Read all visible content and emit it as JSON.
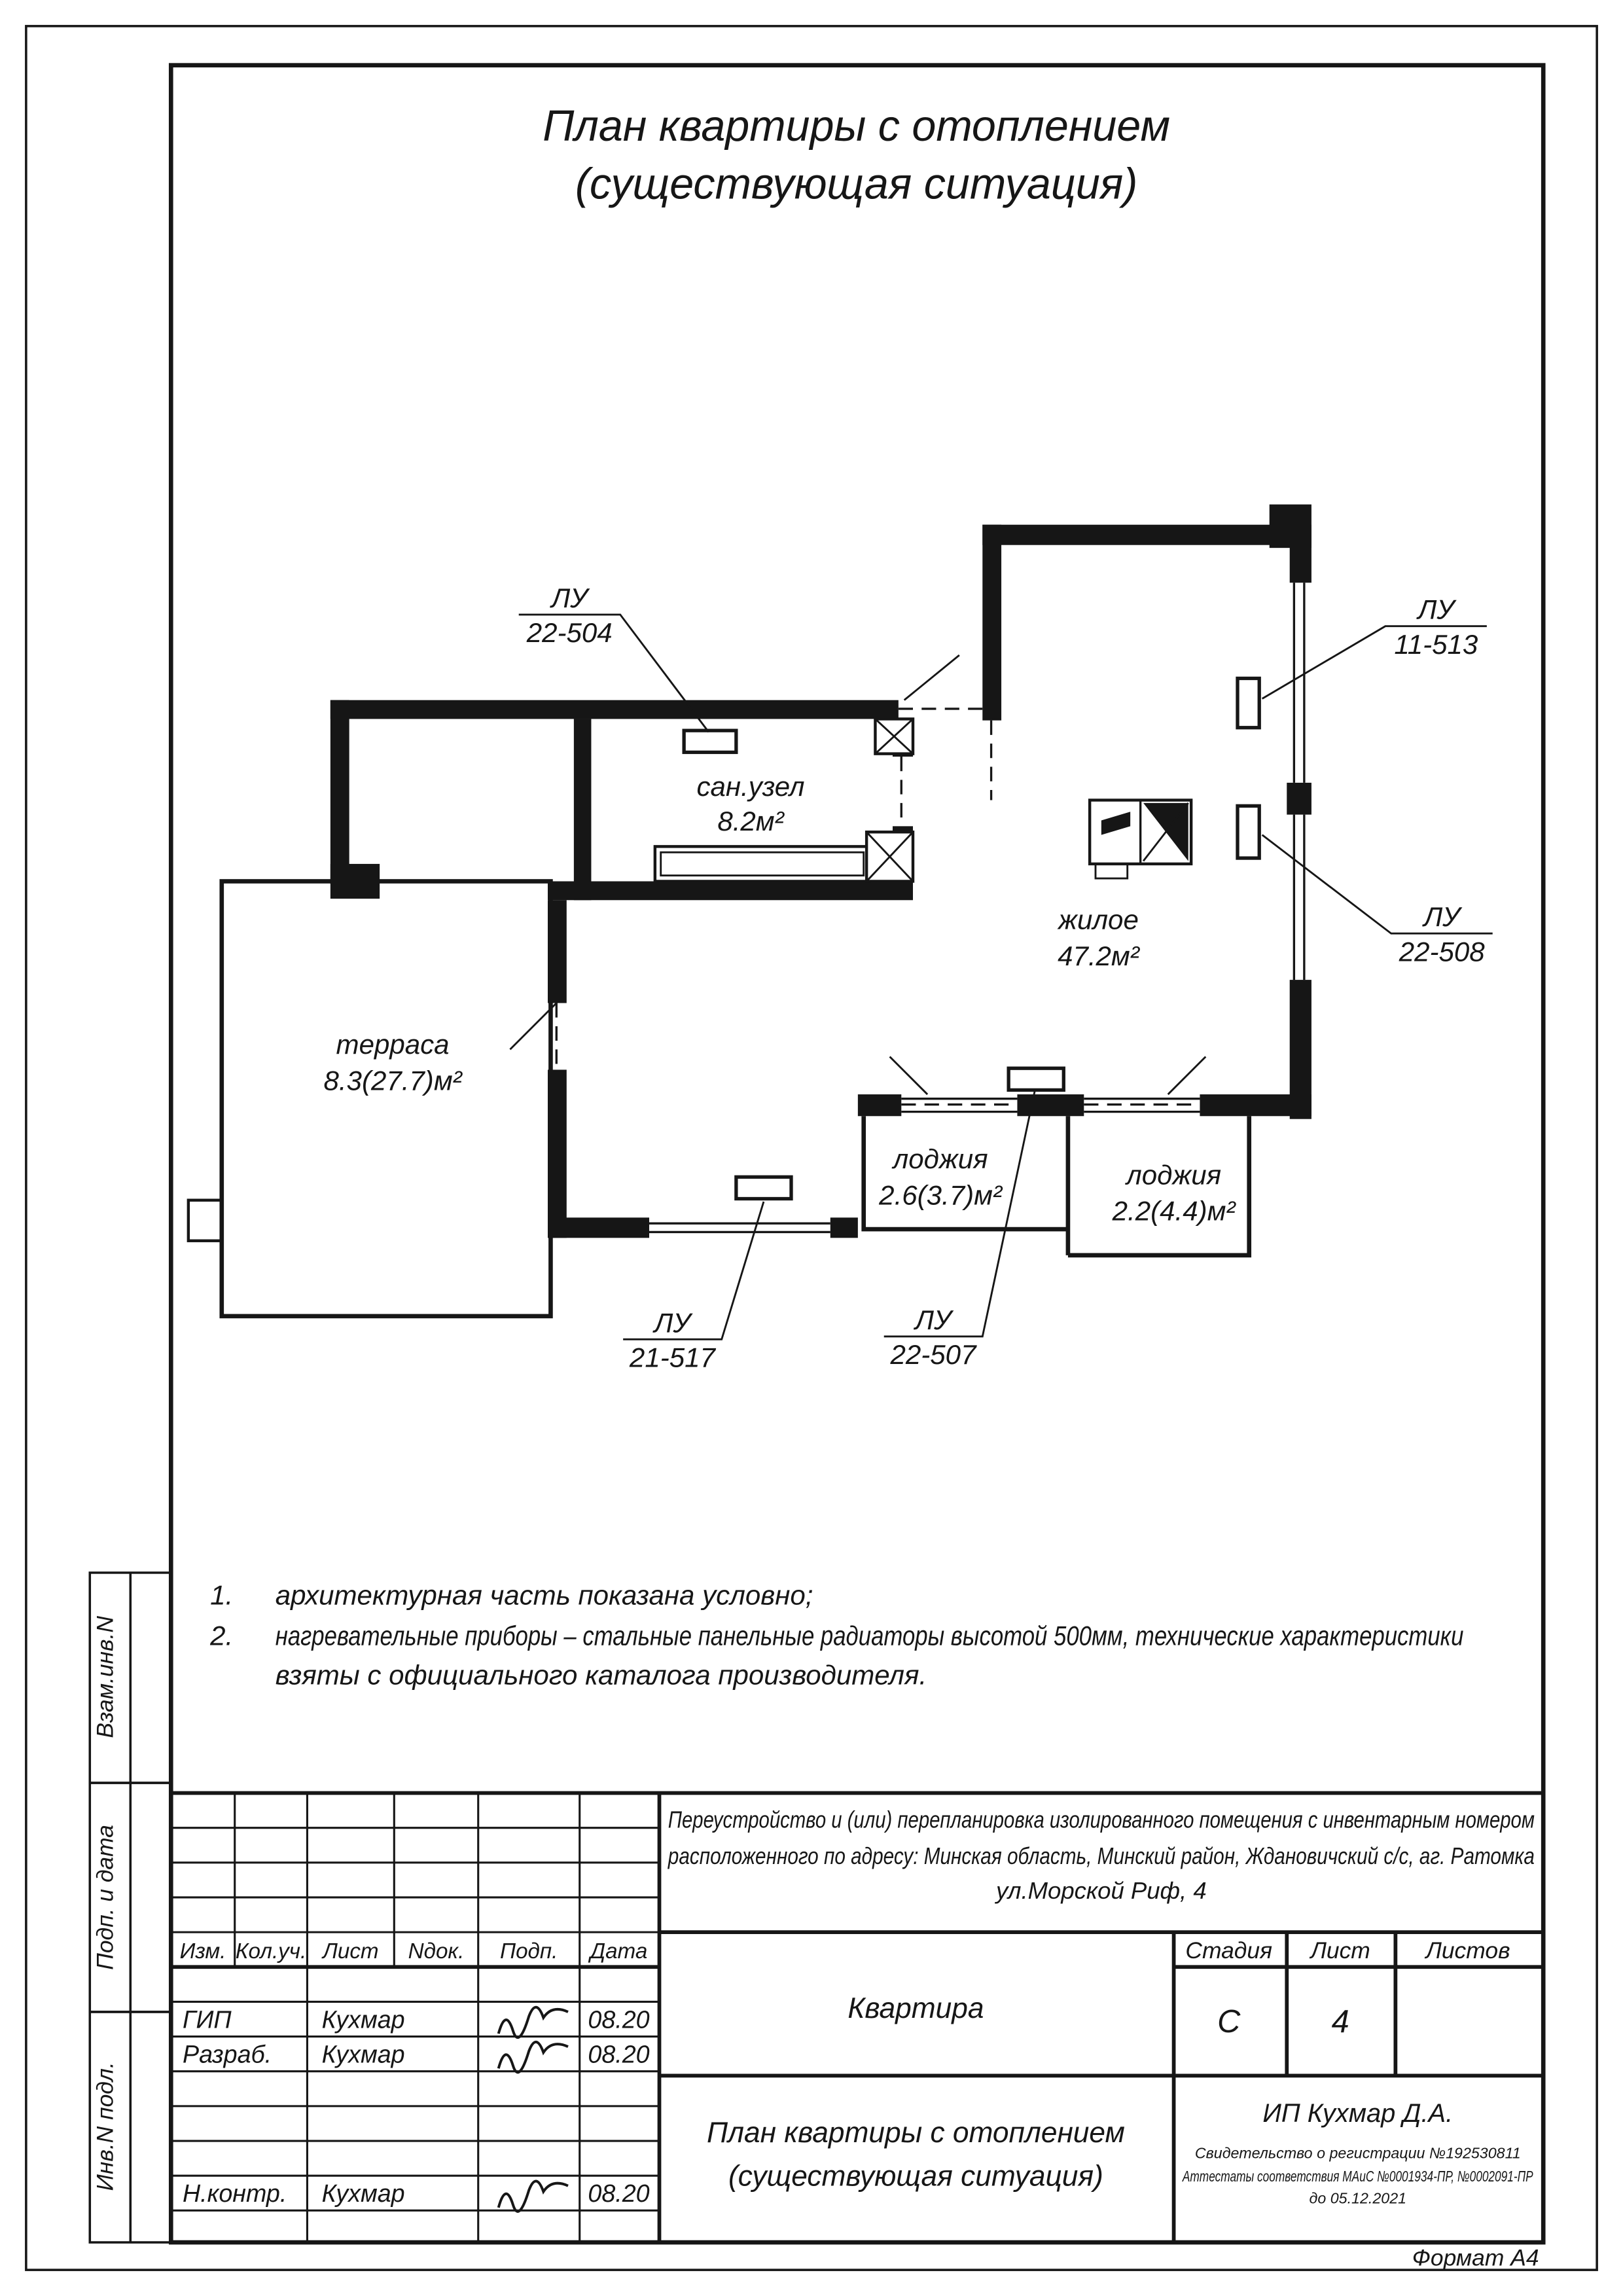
{
  "sheet": {
    "title_line1": "План квартиры с отоплением",
    "title_line2": "(существующая ситуация)",
    "format_note": "Формат А4"
  },
  "side_tabs": [
    {
      "label": "Взам.инв.N"
    },
    {
      "label": "Подп. и дата"
    },
    {
      "label": "Инв.N подл."
    }
  ],
  "plan": {
    "rooms": [
      {
        "name": "сан.узел",
        "area": "8.2м²"
      },
      {
        "name": "жилое",
        "area": "47.2м²"
      },
      {
        "name": "терраса",
        "area": "8.3(27.7)м²"
      },
      {
        "name": "лоджия",
        "area": "2.6(3.7)м²"
      },
      {
        "name": "лоджия",
        "area": "2.2(4.4)м²"
      }
    ],
    "radiators": [
      {
        "code": "ЛУ",
        "num": "22-504"
      },
      {
        "code": "ЛУ",
        "num": "11-513"
      },
      {
        "code": "ЛУ",
        "num": "22-508"
      },
      {
        "code": "ЛУ",
        "num": "21-517"
      },
      {
        "code": "ЛУ",
        "num": "22-507"
      }
    ]
  },
  "notes": {
    "n1_num": "1.",
    "n1_text": "архитектурная часть показана условно;",
    "n2_num": "2.",
    "n2_line1": "нагревательные приборы – стальные панельные радиаторы высотой 500мм, технические характеристики",
    "n2_line2": "взяты с официального каталога производителя."
  },
  "titleblock": {
    "col_headers": [
      {
        "label": "Изм."
      },
      {
        "label": "Кол.уч."
      },
      {
        "label": "Лист"
      },
      {
        "label": "Nдок."
      },
      {
        "label": "Подп."
      },
      {
        "label": "Дата"
      }
    ],
    "rows": [
      {
        "role": "ГИП",
        "name": "Кухмар",
        "date": "08.20"
      },
      {
        "role": "Разраб.",
        "name": "Кухмар",
        "date": "08.20"
      },
      {
        "role": "Н.контр.",
        "name": "Кухмар",
        "date": "08.20"
      }
    ],
    "description_line1": "Переустройство и (или) перепланировка изолированного помещения с инвентарным номером",
    "description_line2": "расположенного по адресу: Минская область, Минский район, Ждановичский с/с, аг. Ратомка",
    "description_line3": "ул.Морской Риф, 4",
    "object_name": "Квартира",
    "stage_label": "Стадия",
    "sheet_label": "Лист",
    "sheets_label": "Листов",
    "stage_value": "С",
    "sheet_value": "4",
    "sheets_value": "",
    "doc_title_line1": "План квартиры с отоплением",
    "doc_title_line2": "(существующая ситуация)",
    "company": "ИП Кухмар Д.А.",
    "cert_line1": "Свидетельство о регистрации №192530811",
    "cert_line2": "Аттестаты соответствия МАиС №0001934-ПР, №0002091-ПР",
    "cert_line3": "до 05.12.2021"
  }
}
